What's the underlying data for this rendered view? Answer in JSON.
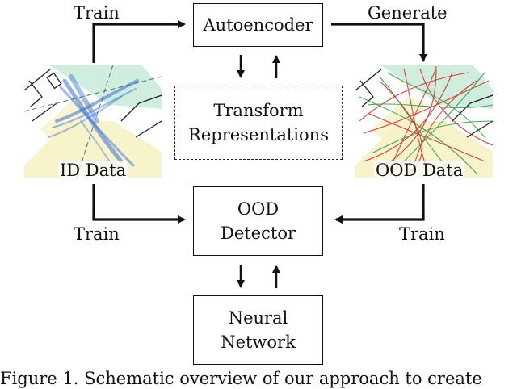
{
  "nodes": {
    "autoencoder": "Autoencoder",
    "transform": [
      "Transform",
      "Representations"
    ],
    "ood_detector": [
      "OOD",
      "Detector"
    ],
    "neural_network": [
      "Neural",
      "Network"
    ],
    "id_data": "ID Data",
    "ood_data": "OOD Data"
  },
  "edges": {
    "train_top": "Train",
    "generate": "Generate",
    "train_left": "Train",
    "train_right": "Train"
  },
  "caption": "Figure 1. Schematic overview of our approach to create",
  "colors": {
    "id_trajectories": "#3a6fd8",
    "ood_trajectories_red": "#d62020",
    "ood_trajectories_green": "#2e9a3a",
    "map_green": "#cfeedd",
    "map_yellow": "#f6f3c6"
  }
}
